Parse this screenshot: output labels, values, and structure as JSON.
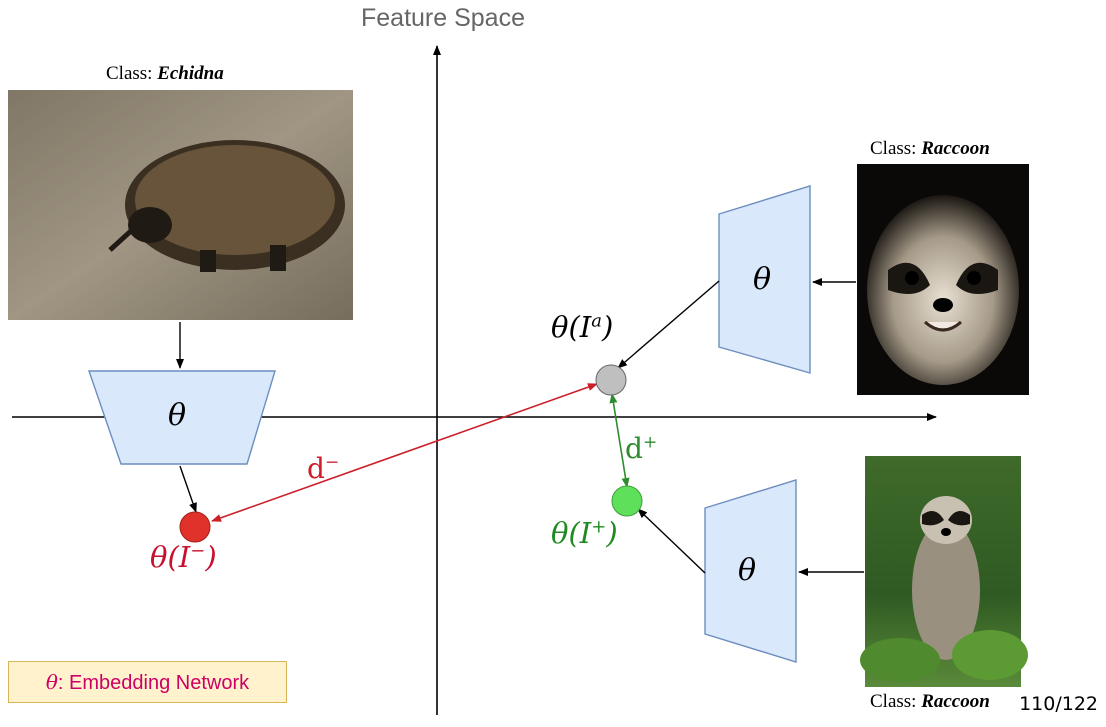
{
  "title": "Feature Space",
  "images": {
    "echidna": {
      "caption_prefix": "Class: ",
      "class_name": "Echidna"
    },
    "raccoon_top": {
      "caption_prefix": "Class: ",
      "class_name": "Raccoon"
    },
    "raccoon_bottom": {
      "caption_prefix": "Class: ",
      "class_name": "Raccoon"
    }
  },
  "network": {
    "symbol": "θ"
  },
  "points": {
    "anchor": {
      "label_fn": "θ(I",
      "label_sup": "a",
      "label_close": ")",
      "color": "#bfbfbf"
    },
    "negative": {
      "label_fn": "θ(I",
      "label_sup": "−",
      "label_close": ")",
      "color": "#e0312b"
    },
    "positive": {
      "label_fn": "θ(I",
      "label_sup": "+",
      "label_close": ")",
      "color": "#5fe05a"
    }
  },
  "distances": {
    "negative": {
      "base": "d",
      "sup": "−",
      "color": "#cc1f2a"
    },
    "positive": {
      "base": "d",
      "sup": "+",
      "color": "#2e8b2e"
    }
  },
  "legend": {
    "symbol": "θ",
    "text": ": Embedding Network"
  },
  "page": "110/122",
  "colors": {
    "network_fill": "#dae8fc",
    "network_stroke": "#6c8ebf",
    "legend_text": "#cc0066"
  }
}
